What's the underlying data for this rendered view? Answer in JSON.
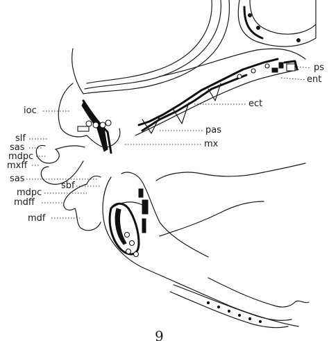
{
  "figure": {
    "number": "9",
    "labels": {
      "ps": "ps",
      "ent": "ent",
      "ect": "ect",
      "pas": "pas",
      "mx": "mx",
      "ioc": "ioc",
      "slf": "slf",
      "sas_upper": "sas",
      "mdpc_upper": "mdpc",
      "mxff": "mxff",
      "sas_lower": "sas",
      "sbf": "sbf",
      "mdpc_lower": "mdpc",
      "mdff": "mdff",
      "mdf": "mdf"
    }
  }
}
